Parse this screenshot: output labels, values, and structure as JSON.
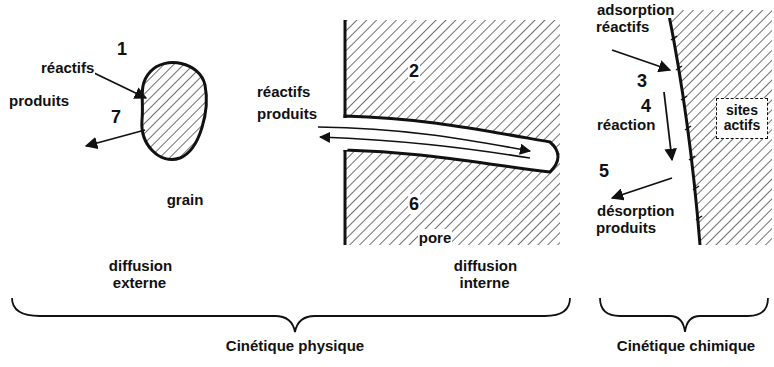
{
  "diagram": {
    "nodes": [
      {
        "text": [
          "sites actifs"
        ]
      }
    ],
    "labels": [
      "réactifs",
      "1",
      "produits",
      "7",
      "grain",
      "réactifs",
      "produits",
      "2",
      "6",
      "pore",
      "adsorption réactifs",
      "3",
      "4",
      "réaction",
      "5",
      "désorption produits",
      "diffusion externe",
      "diffusion interne",
      "Cinétique physique",
      "Cinétique chimique"
    ]
  }
}
